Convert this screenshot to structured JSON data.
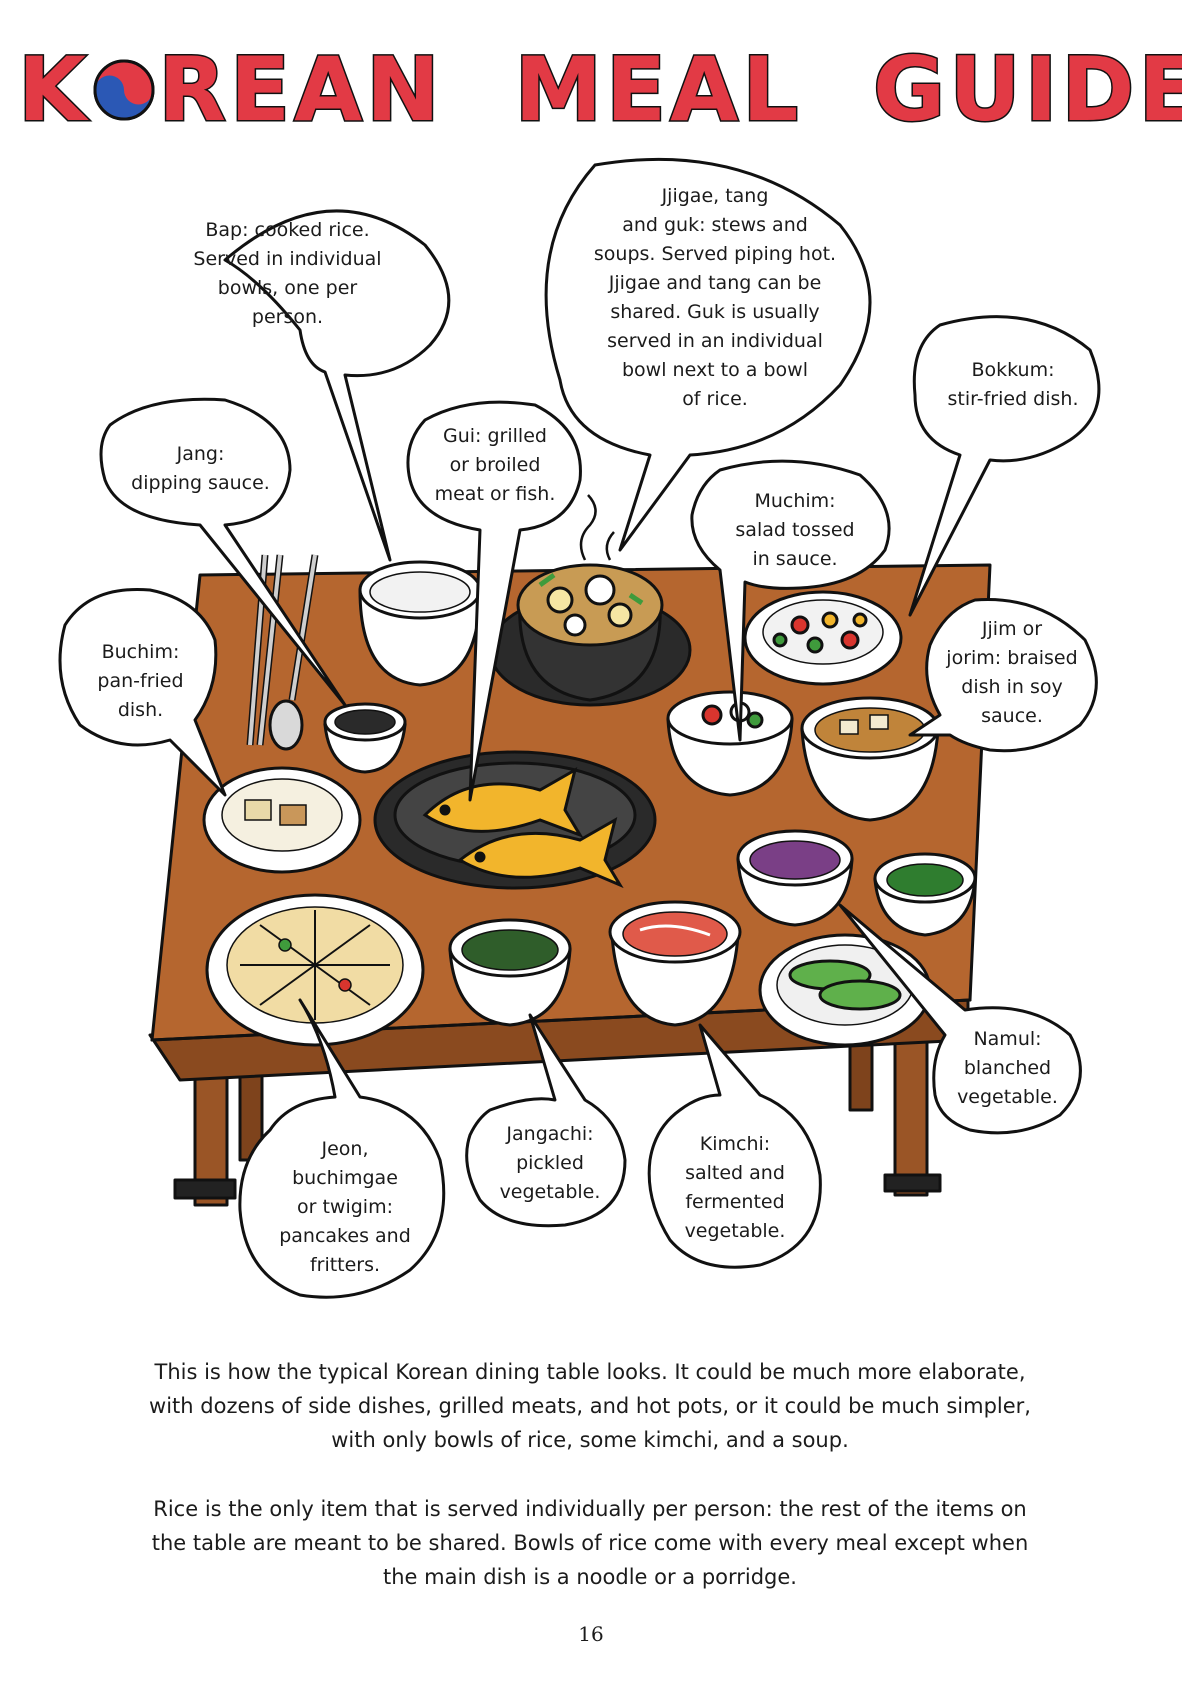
{
  "title": {
    "part1_tail": "REAN",
    "part2": "MEAL",
    "part3": "GUIDE",
    "part1_head": "K"
  },
  "colors": {
    "title_red": "#e23a45",
    "table_wood": "#b5662f",
    "table_edge": "#8a4a1f",
    "fish_yellow": "#f2b52c"
  },
  "labels": {
    "bap": "Bap: cooked rice.\nServed in individual\nbowls, one per\nperson.",
    "jjigae": "Jjigae, tang\nand guk: stews and\nsoups. Served piping hot.\nJjigae and tang can be\nshared. Guk is usually\nserved in an individual\nbowl next to a bowl\nof rice.",
    "bokkum": "Bokkum:\nstir-fried dish.",
    "jang": "Jang:\ndipping sauce.",
    "gui": "Gui: grilled\nor broiled\nmeat or fish.",
    "muchim": "Muchim:\nsalad tossed\nin sauce.",
    "buchim": "Buchim:\npan-fried\ndish.",
    "jjim": "Jjim or\njorim: braised\ndish in soy\nsauce.",
    "namul": "Namul:\nblanched\nvegetable.",
    "jeon": "Jeon,\nbuchimgae\nor twigim:\npancakes and\nfritters.",
    "jangachi": "Jangachi:\npickled\nvegetable.",
    "kimchi": "Kimchi:\nsalted and\nfermented\nvegetable."
  },
  "caption": {
    "paragraph1": "This is how the typical Korean dining table looks. It could be much more elaborate, with dozens of side dishes, grilled meats, and hot pots, or it could be much simpler, with only bowls of rice, some kimchi, and a soup.",
    "paragraph2": "Rice is the only item that is served individually per person: the rest of the items on the table are meant to be shared. Bowls of rice come with every meal except when the main dish is a noodle or a porridge."
  },
  "page_number": "16"
}
